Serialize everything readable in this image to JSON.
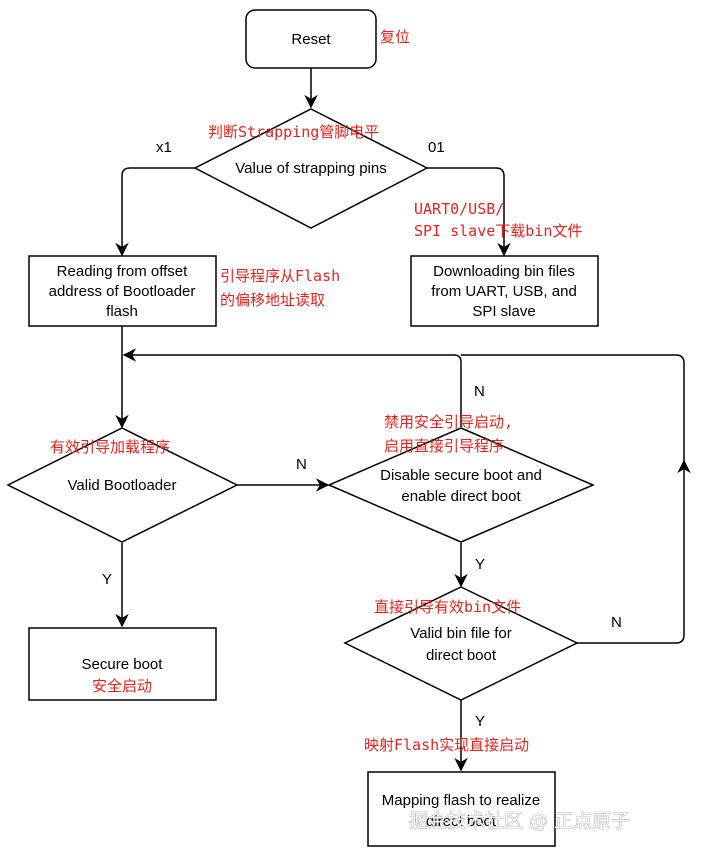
{
  "nodes": {
    "reset": {
      "text": "Reset",
      "annotation": "复位"
    },
    "strapping": {
      "text": "Value of strapping pins",
      "annotation": "判断Strapping管脚电平",
      "left_label": "x1",
      "right_label": "01"
    },
    "read_flash": {
      "lines": [
        "Reading from offset",
        "address of Bootloader",
        "flash"
      ],
      "annotation_lines": [
        "引导程序从Flash",
        "的偏移地址读取"
      ]
    },
    "download": {
      "lines": [
        "Downloading bin files",
        "from UART, USB, and",
        "SPI slave"
      ],
      "annotation_lines": [
        "UART0/USB/",
        "SPI slave下载bin文件"
      ]
    },
    "valid_bootloader": {
      "text": "Valid Bootloader",
      "annotation": "有效引导加载程序"
    },
    "disable_secure": {
      "lines": [
        "Disable secure boot and",
        "enable direct boot"
      ],
      "annotation_lines": [
        "禁用安全引导启动,",
        "启用直接引导程序"
      ]
    },
    "secure_boot": {
      "text": "Secure boot",
      "annotation": "安全启动"
    },
    "valid_bin": {
      "lines": [
        "Valid bin file for",
        "direct boot"
      ],
      "annotation": "直接引导有效bin文件"
    },
    "mapping": {
      "lines": [
        "Mapping flash to realize",
        "direct boot"
      ],
      "annotation": "映射Flash实现直接启动"
    }
  },
  "edges": {
    "valid_bootloader_no": "N",
    "valid_bootloader_yes": "Y",
    "disable_secure_no": "N",
    "disable_secure_yes": "Y",
    "valid_bin_no": "N",
    "valid_bin_yes": "Y"
  },
  "watermark": "掘金技术社区 @ 正点原子"
}
